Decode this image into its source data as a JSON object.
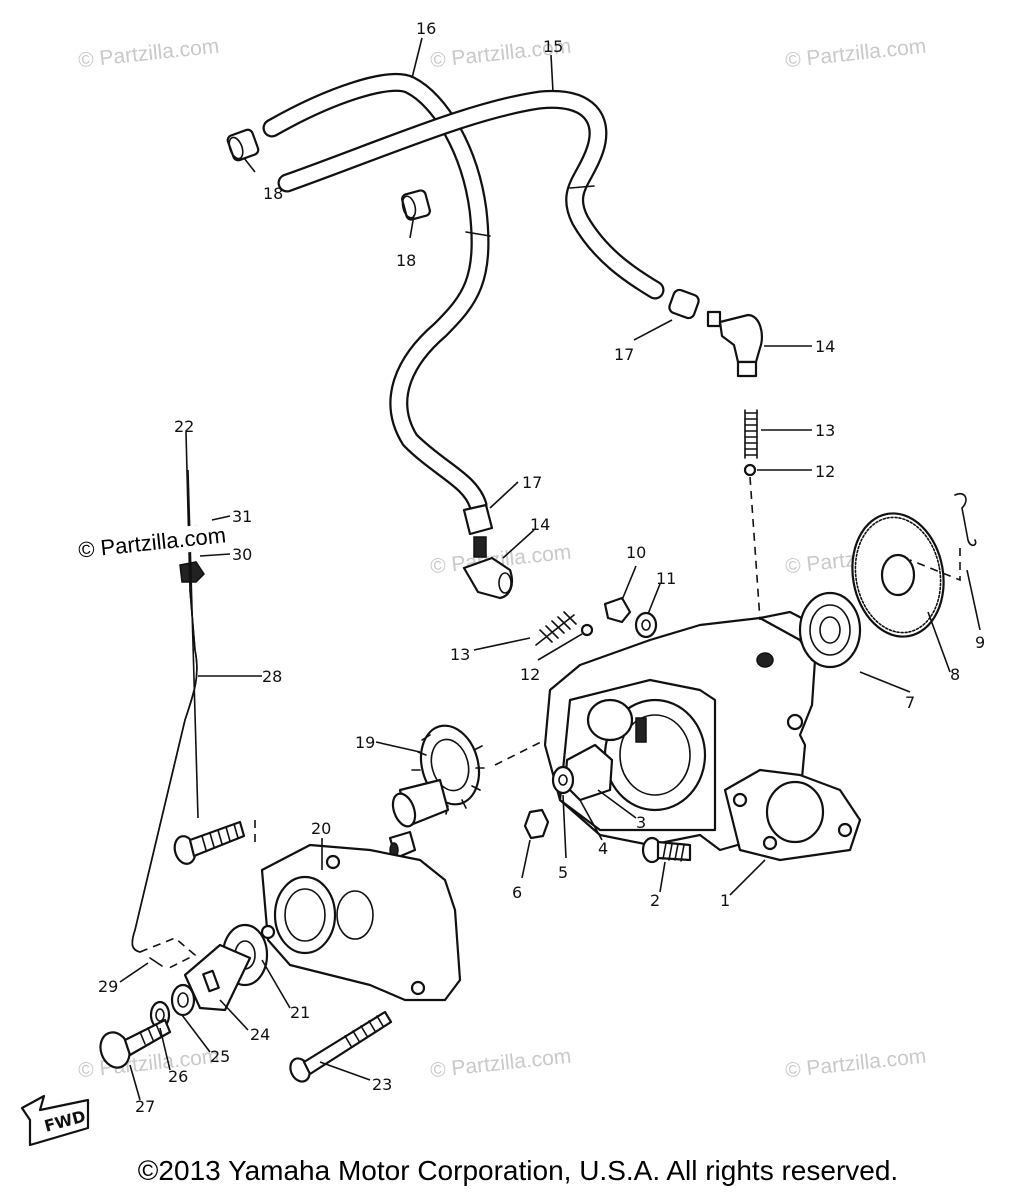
{
  "watermark": "© Partzilla.com",
  "copyright": "©2013  Yamaha Motor Corporation, U.S.A. All rights reserved.",
  "fwd_label": "FWD",
  "parts": [
    {
      "ref": "1"
    },
    {
      "ref": "2"
    },
    {
      "ref": "3"
    },
    {
      "ref": "4"
    },
    {
      "ref": "5"
    },
    {
      "ref": "6"
    },
    {
      "ref": "7"
    },
    {
      "ref": "8"
    },
    {
      "ref": "9"
    },
    {
      "ref": "10"
    },
    {
      "ref": "11"
    },
    {
      "ref": "12"
    },
    {
      "ref": "13"
    },
    {
      "ref": "14"
    },
    {
      "ref": "15"
    },
    {
      "ref": "16"
    },
    {
      "ref": "17"
    },
    {
      "ref": "18"
    },
    {
      "ref": "19"
    },
    {
      "ref": "20"
    },
    {
      "ref": "21"
    },
    {
      "ref": "22"
    },
    {
      "ref": "23"
    },
    {
      "ref": "24"
    },
    {
      "ref": "25"
    },
    {
      "ref": "26"
    },
    {
      "ref": "27"
    },
    {
      "ref": "28"
    },
    {
      "ref": "29"
    },
    {
      "ref": "30"
    },
    {
      "ref": "31"
    }
  ]
}
